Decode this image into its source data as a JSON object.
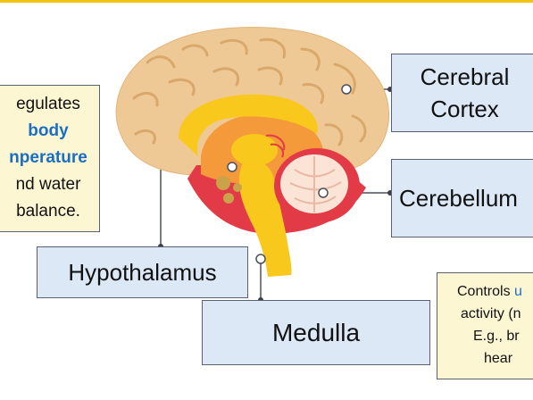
{
  "colors": {
    "accent_rule": "#f3c316",
    "label_fill": "#dce8f5",
    "note_fill": "#fdf6d3",
    "border": "#5a6270",
    "highlight": "#1a6fc4"
  },
  "labels": {
    "cerebral_cortex": [
      "Cerebral",
      "Cortex"
    ],
    "cerebellum": "Cerebellum",
    "hypothalamus": "Hypothalamus",
    "medulla": "Medulla"
  },
  "left_note": {
    "line1": "egulates",
    "line2": "body",
    "line3": "nperature",
    "line4": "nd water",
    "line5": "balance."
  },
  "right_note": {
    "line1_a": "Controls ",
    "line1_b": "u",
    "line2": "activity (n",
    "line3": "E.g., br",
    "line4": "hear"
  }
}
